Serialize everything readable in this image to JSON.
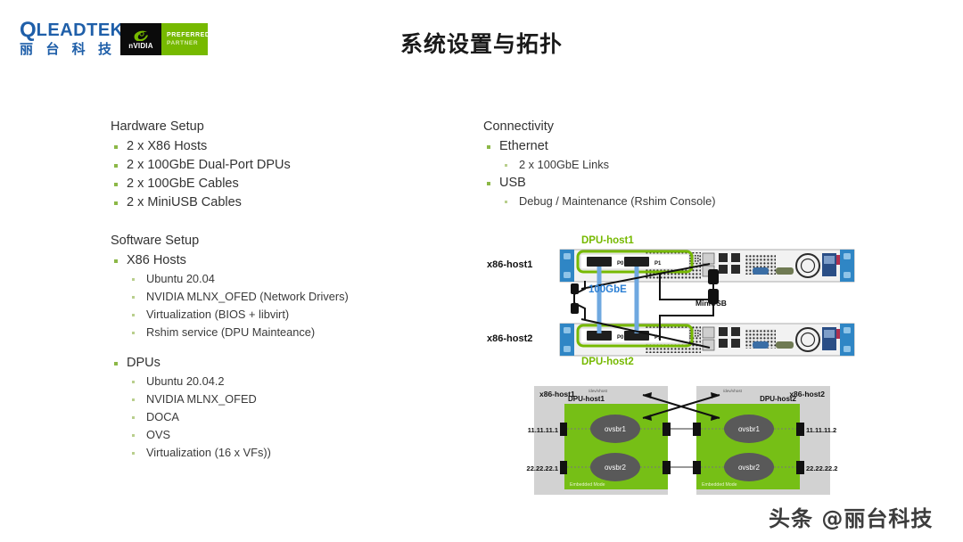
{
  "header": {
    "title": "系统设置与拓扑",
    "leadtek_logo": {
      "mark": "Q",
      "wordmark": "LEADTEK",
      "chinese": [
        "丽",
        "台",
        "科",
        "技"
      ]
    },
    "nvidia_badge": {
      "brand": "nVIDIA",
      "line1": "PREFERRED",
      "line2": "PARTNER"
    }
  },
  "left_column": {
    "hardware": {
      "heading": "Hardware Setup",
      "items": [
        "2 x X86 Hosts",
        "2 x 100GbE Dual-Port DPUs",
        "2 x 100GbE Cables",
        "2 x MiniUSB Cables"
      ]
    },
    "software": {
      "heading": "Software Setup",
      "groups": [
        {
          "label": "X86 Hosts",
          "items": [
            "Ubuntu 20.04",
            "NVIDIA MLNX_OFED (Network Drivers)",
            "Virtualization (BIOS + libvirt)",
            "Rshim service (DPU Mainteance)"
          ]
        },
        {
          "label": "DPUs",
          "items": [
            "Ubuntu 20.04.2",
            "NVIDIA MLNX_OFED",
            "DOCA",
            "OVS",
            "Virtualization (16 x VFs))"
          ]
        }
      ]
    }
  },
  "right_column": {
    "connectivity": {
      "heading": "Connectivity",
      "groups": [
        {
          "label": "Ethernet",
          "items": [
            "2 x 100GbE Links"
          ]
        },
        {
          "label": "USB",
          "items": [
            "Debug / Maintenance (Rshim Console)"
          ]
        }
      ]
    }
  },
  "hardware_diagram": {
    "host1_label": "x86-host1",
    "host2_label": "x86-host2",
    "dpu1_label": "DPU-host1",
    "dpu2_label": "DPU-host2",
    "link_label": "100GbE",
    "usb_label": "MiniUSB",
    "port0_label": "P0",
    "port1_label": "P1",
    "colors": {
      "dpu_outline": "#76b900",
      "ethernet_cable": "#6fa8e0",
      "usb_cable": "#111111",
      "rack_ear": "#2f86c5"
    }
  },
  "logical_diagram": {
    "host1_label": "x86-host1",
    "host2_label": "x86-host2",
    "dpu1_label": "DPU-host1",
    "dpu2_label": "DPU-host2",
    "bridge1_label": "ovsbr1",
    "bridge2_label": "ovsbr2",
    "mode_label": "Embedded Mode",
    "left_ip1": "11.11.11.1",
    "left_ip2": "22.22.22.1",
    "right_ip1": "11.11.11.2",
    "right_ip2": "22.22.22.2",
    "dev_label_left": "/dev/vhost",
    "dev_label_right": "/dev/vhost",
    "colors": {
      "host_bg": "#d2d2d2",
      "dpu_bg": "#76bf16",
      "bridge_fill": "#595959"
    }
  },
  "watermark": {
    "text": "头条 @丽台科技"
  }
}
